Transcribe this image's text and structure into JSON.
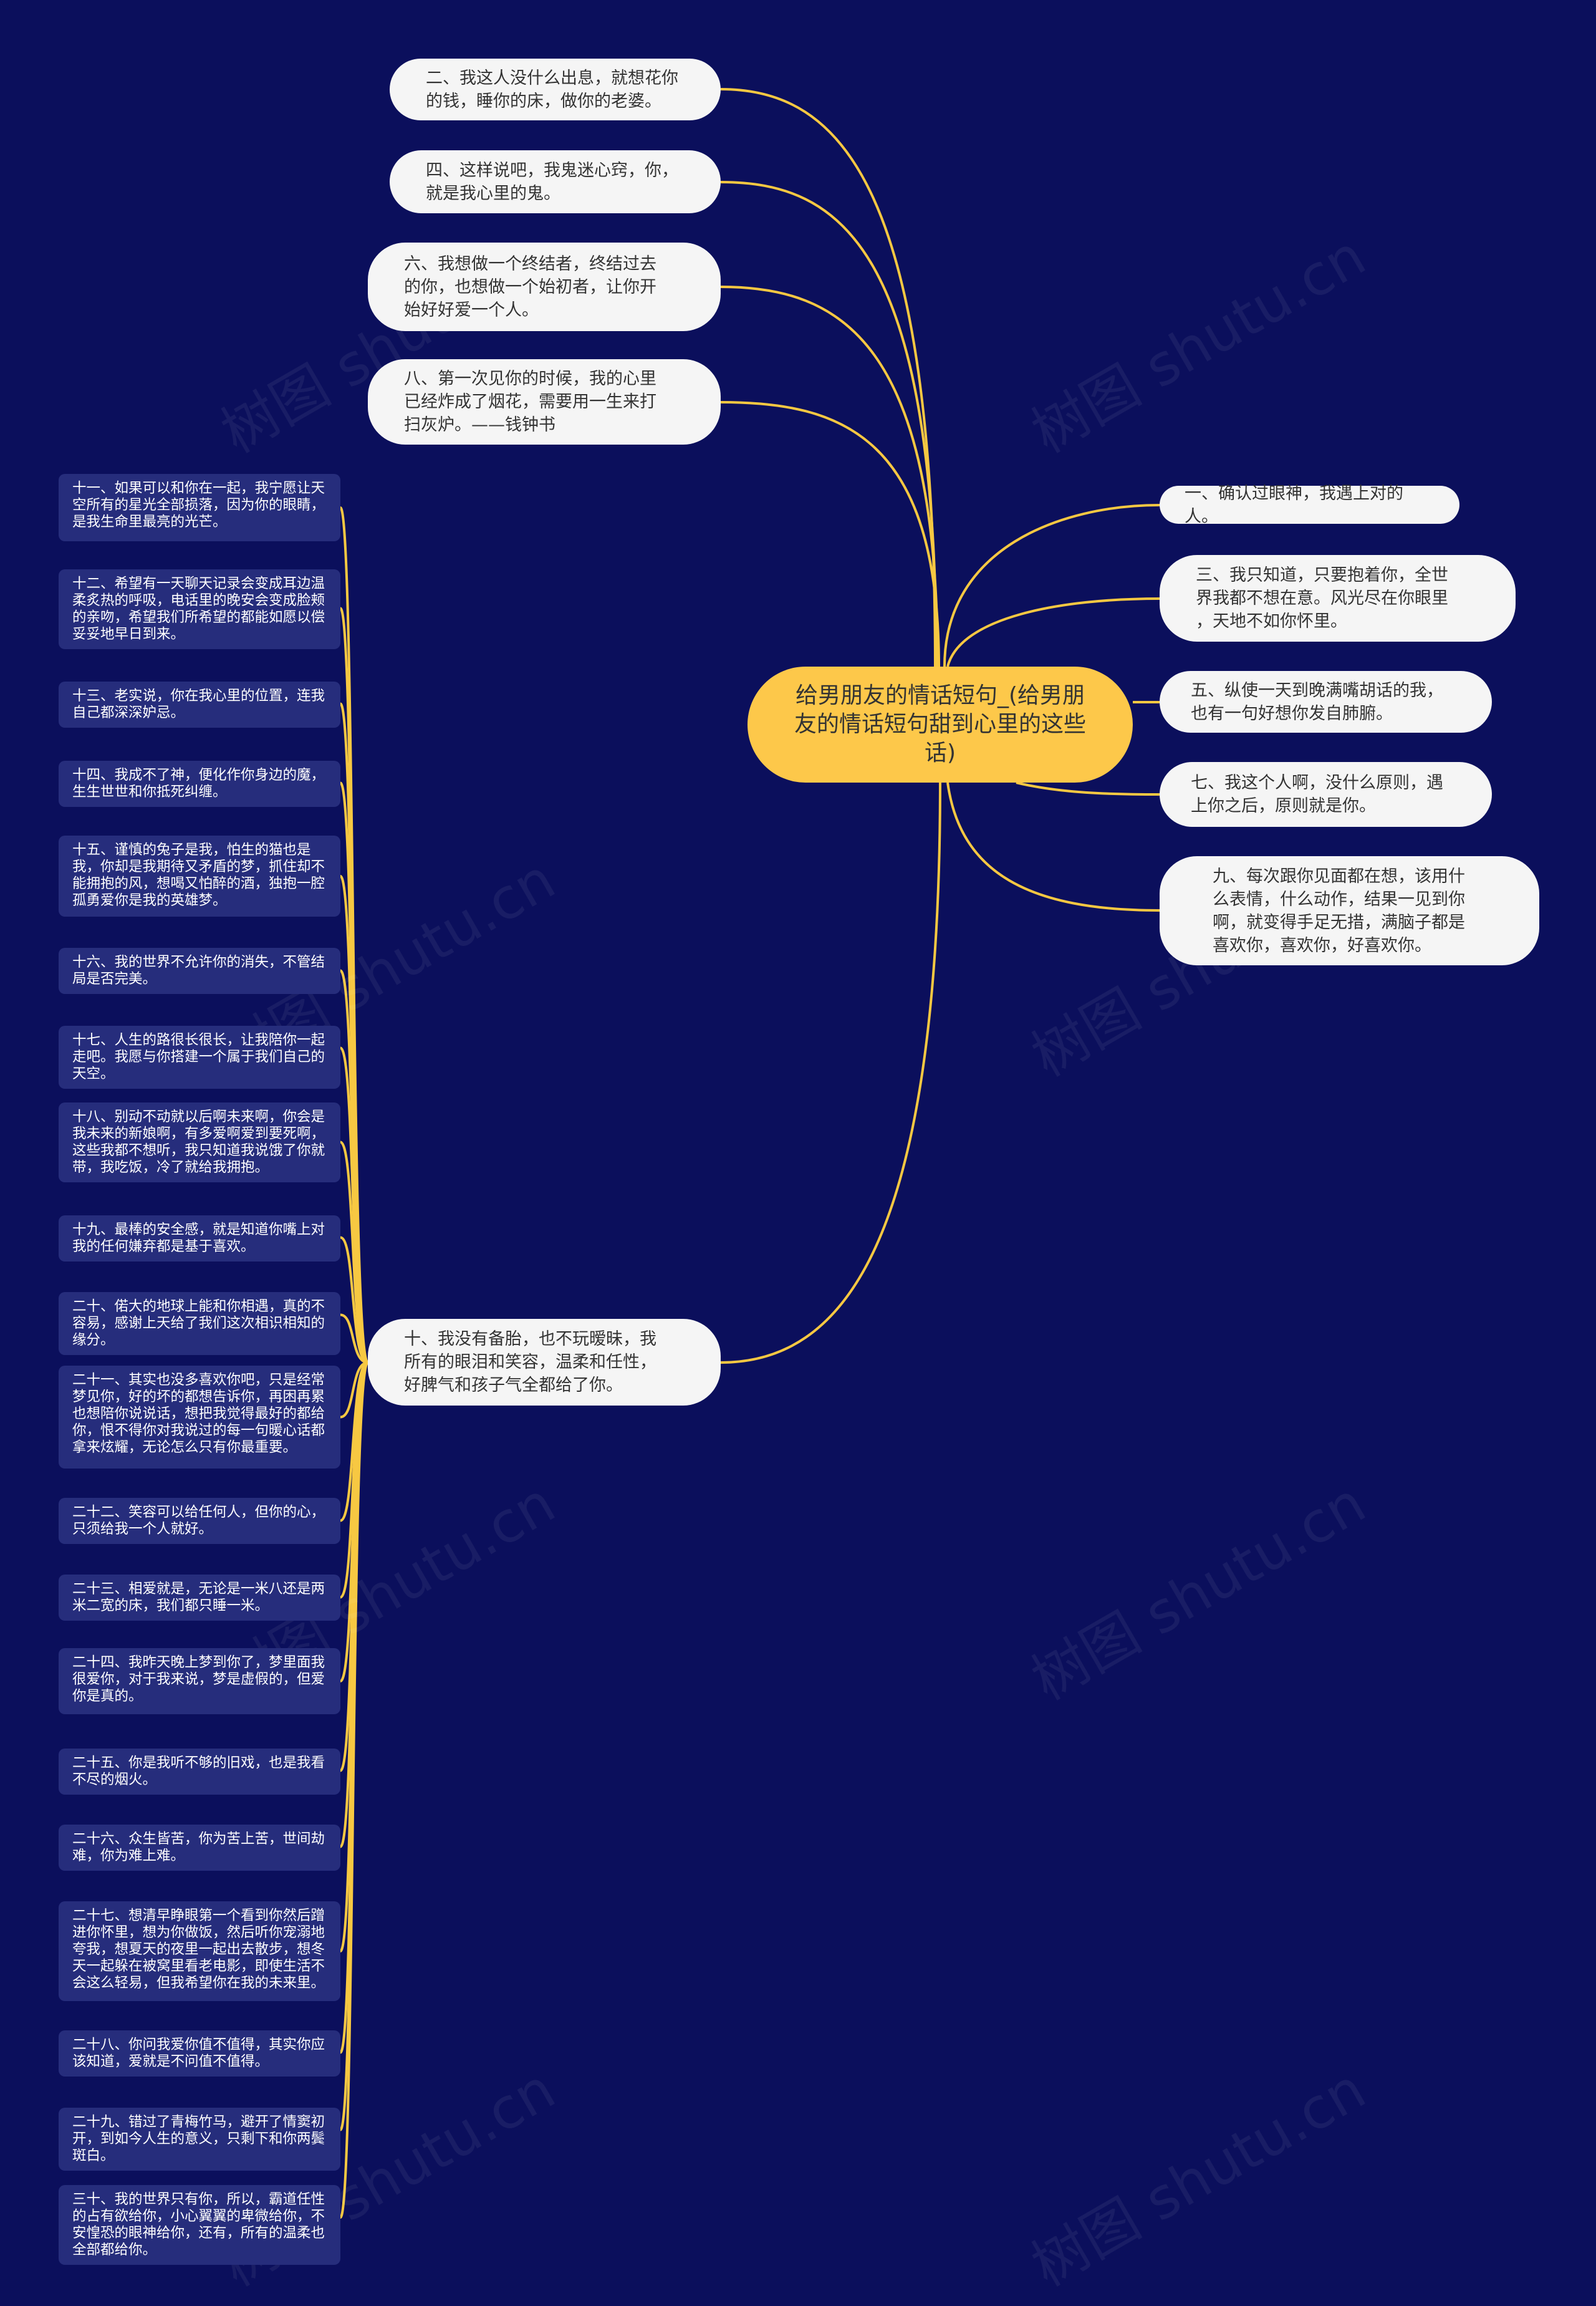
{
  "center": {
    "title": "给男朋友的情话短句_(给男朋友的情话短句甜到心里的这些话)"
  },
  "top_nodes": [
    {
      "text": "二、我这人没什么出息，就想花你\n的钱，睡你的床，做你的老婆。"
    },
    {
      "text": "四、这样说吧，我鬼迷心窍，你，\n就是我心里的鬼。"
    },
    {
      "text": "六、我想做一个终结者，终结过去\n的你，也想做一个始初者，让你开\n始好好爱一个人。"
    },
    {
      "text": "八、第一次见你的时候，我的心里\n已经炸成了烟花，需要用一生来打\n扫灰炉。——钱钟书"
    },
    {
      "text": "十、我没有备胎，也不玩暧昧，我\n所有的眼泪和笑容，温柔和任性，\n好脾气和孩子气全都给了你。"
    }
  ],
  "right_nodes": [
    {
      "text": "一、确认过眼神，我遇上对的人。"
    },
    {
      "text": "三、我只知道，只要抱着你，全世\n界我都不想在意。风光尽在你眼里\n，天地不如你怀里。"
    },
    {
      "text": "五、纵使一天到晚满嘴胡话的我，\n也有一句好想你发自肺腑。"
    },
    {
      "text": "七、我这个人啊，没什么原则，遇\n上你之后，原则就是你。"
    },
    {
      "text": "九、每次跟你见面都在想，该用什\n么表情，什么动作，结果一见到你\n啊，就变得手足无措，满脑子都是\n喜欢你，喜欢你，好喜欢你。"
    }
  ],
  "leaf_nodes": [
    {
      "text": "十一、如果可以和你在一起，我宁愿让天空所有的星光全部损落，因为你的眼睛，是我生命里最亮的光芒。"
    },
    {
      "text": "十二、希望有一天聊天记录会变成耳边温柔炙热的呼吸，电话里的晚安会变成脸颊的亲吻，希望我们所希望的都能如愿以偿妥妥地早日到来。"
    },
    {
      "text": "十三、老实说，你在我心里的位置，连我自己都深深妒忌。"
    },
    {
      "text": "十四、我成不了神，便化作你身边的魔，生生世世和你抵死纠缠。"
    },
    {
      "text": "十五、谨慎的兔子是我，怕生的猫也是我，你却是我期待又矛盾的梦，抓住却不能拥抱的风，想喝又怕醉的酒，独抱一腔孤勇爱你是我的英雄梦。"
    },
    {
      "text": "十六、我的世界不允许你的消失，不管结局是否完美。"
    },
    {
      "text": "十七、人生的路很长很长，让我陪你一起走吧。我愿与你搭建一个属于我们自己的天空。"
    },
    {
      "text": "十八、别动不动就以后啊未来啊，你会是我未来的新娘啊，有多爱啊爱到要死啊，这些我都不想听，我只知道我说饿了你就带，我吃饭，冷了就给我拥抱。"
    },
    {
      "text": "十九、最棒的安全感，就是知道你嘴上对我的任何嫌弃都是基于喜欢。"
    },
    {
      "text": "二十、偌大的地球上能和你相遇，真的不容易，感谢上天给了我们这次相识相知的缘分。"
    },
    {
      "text": "二十一、其实也没多喜欢你吧，只是经常梦见你，好的坏的都想告诉你，再困再累也想陪你说说话，想把我觉得最好的都给你，恨不得你对我说过的每一句暖心话都拿来炫耀，无论怎么只有你最重要。"
    },
    {
      "text": "二十二、笑容可以给任何人，但你的心，只须给我一个人就好。"
    },
    {
      "text": "二十三、相爱就是，无论是一米八还是两米二宽的床，我们都只睡一米。"
    },
    {
      "text": "二十四、我昨天晚上梦到你了，梦里面我很爱你，对于我来说，梦是虚假的，但爱你是真的。"
    },
    {
      "text": "二十五、你是我听不够的旧戏，也是我看不尽的烟火。"
    },
    {
      "text": "二十六、众生皆苦，你为苦上苦，世间劫难，你为难上难。"
    },
    {
      "text": "二十七、想清早睁眼第一个看到你然后蹭进你怀里，想为你做饭，然后听你宠溺地夸我，想夏天的夜里一起出去散步，想冬天一起躲在被窝里看老电影，即使生活不会这么轻易，但我希望你在我的未来里。"
    },
    {
      "text": "二十八、你问我爱你值不值得，其实你应该知道，爱就是不问值不值得。"
    },
    {
      "text": "二十九、错过了青梅竹马，避开了情窦初开，到如今人生的意义，只剩下和你两鬓斑白。"
    },
    {
      "text": "三十、我的世界只有你，所以，霸道任性的占有欲给你，小心翼翼的卑微给你，不安惶恐的眼神给你，还有，所有的温柔也全部都给你。"
    }
  ],
  "watermark": "树图 shutu.cn",
  "colors": {
    "background": "#0b0f5c",
    "center": "#fdc84a",
    "link": "#f7c842",
    "pill": "#f5f5f5",
    "leaf": "#262d7c"
  }
}
